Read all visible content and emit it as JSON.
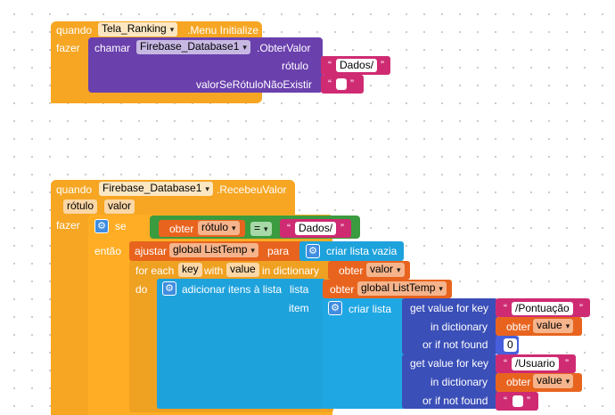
{
  "event1": {
    "when": "quando",
    "component": "Tela_Ranking",
    "event": ".Menu Initialize",
    "do": "fazer",
    "call": "chamar",
    "target": "Firebase_Database1",
    "method": ".ObterValor",
    "tag_label": "rótulo",
    "tag_value": "Dados/",
    "default_label": "valorSeRótuloNãoExistir",
    "default_value": ""
  },
  "event2": {
    "when": "quando",
    "component": "Firebase_Database1",
    "event": ".RecebeuValor",
    "param1": "rótulo",
    "param2": "valor",
    "do": "fazer",
    "if_label": "se",
    "get": "obter",
    "get_var": "rótulo",
    "eq_op": "=",
    "compare_value": "Dados/",
    "then_label": "então",
    "set_label": "ajustar",
    "set_var": "global ListTemp",
    "to_label": "para",
    "create_empty_list": "criar lista vazia",
    "for_each": "for each",
    "key_var": "key",
    "with_label": "with",
    "value_var": "value",
    "in_dict": "in dictionary",
    "get_valor": "obter",
    "valor_var": "valor",
    "do_label": "do",
    "add_items": "adicionar itens à lista",
    "list_label": "lista",
    "get_listtemp": "obter",
    "listtemp_var": "global ListTemp",
    "item_label": "item",
    "make_list": "criar lista",
    "gvk1": "get value for key",
    "key1": "/Pontuação",
    "in_dict1": "in dictionary",
    "get_value1": "obter",
    "value_var1": "value",
    "or_not_found1": "or if not found",
    "notfound1": "0",
    "gvk2": "get value for key",
    "key2": "/Usuario",
    "in_dict2": "in dictionary",
    "get_value2": "obter",
    "value_var2": "value",
    "or_not_found2": "or if not found",
    "notfound2": ""
  }
}
